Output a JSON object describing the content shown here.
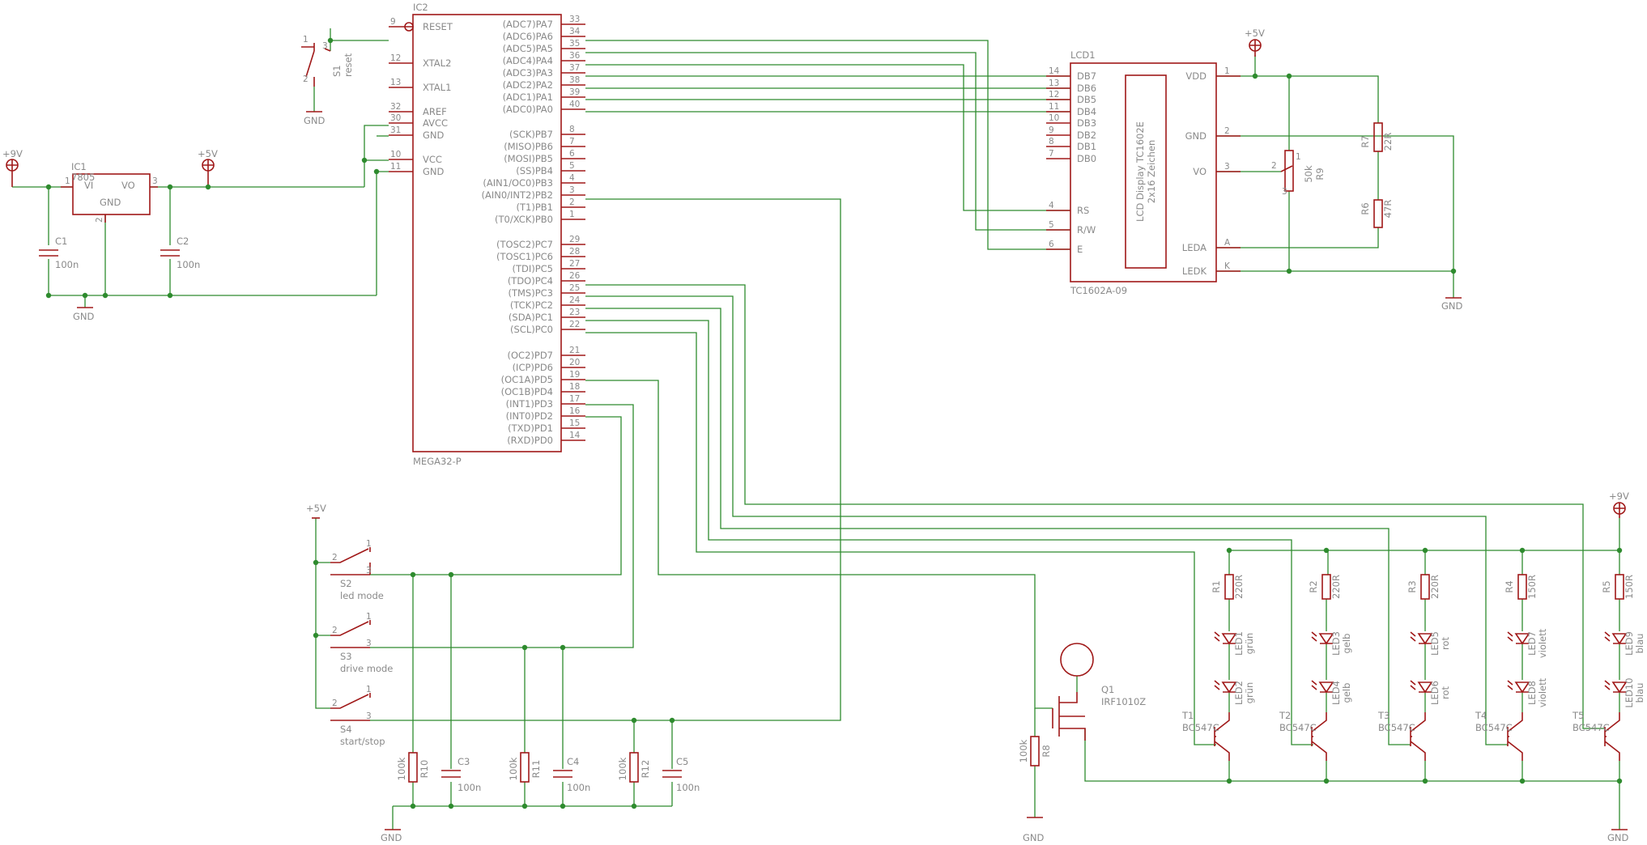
{
  "ic2": {
    "ref": "IC2",
    "value": "MEGA32-P",
    "left_pins": [
      {
        "name": "RESET",
        "num": "9"
      },
      {
        "name": "XTAL2",
        "num": "12"
      },
      {
        "name": "XTAL1",
        "num": "13"
      },
      {
        "name": "AREF",
        "num": "32"
      },
      {
        "name": "AVCC",
        "num": "30"
      },
      {
        "name": "GND",
        "num": "31"
      },
      {
        "name": "VCC",
        "num": "10"
      },
      {
        "name": "GND",
        "num": "11"
      }
    ],
    "right_pins": [
      {
        "name": "(ADC7)PA7",
        "num": "33"
      },
      {
        "name": "(ADC6)PA6",
        "num": "34"
      },
      {
        "name": "(ADC5)PA5",
        "num": "35"
      },
      {
        "name": "(ADC4)PA4",
        "num": "36"
      },
      {
        "name": "(ADC3)PA3",
        "num": "37"
      },
      {
        "name": "(ADC2)PA2",
        "num": "38"
      },
      {
        "name": "(ADC1)PA1",
        "num": "39"
      },
      {
        "name": "(ADC0)PA0",
        "num": "40"
      },
      {
        "name": "(SCK)PB7",
        "num": "8"
      },
      {
        "name": "(MISO)PB6",
        "num": "7"
      },
      {
        "name": "(MOSI)PB5",
        "num": "6"
      },
      {
        "name": "(SS)PB4",
        "num": "5"
      },
      {
        "name": "(AIN1/OC0)PB3",
        "num": "4"
      },
      {
        "name": "(AIN0/INT2)PB2",
        "num": "3"
      },
      {
        "name": "(T1)PB1",
        "num": "2"
      },
      {
        "name": "(T0/XCK)PB0",
        "num": "1"
      },
      {
        "name": "(TOSC2)PC7",
        "num": "29"
      },
      {
        "name": "(TOSC1)PC6",
        "num": "28"
      },
      {
        "name": "(TDI)PC5",
        "num": "27"
      },
      {
        "name": "(TDO)PC4",
        "num": "26"
      },
      {
        "name": "(TMS)PC3",
        "num": "25"
      },
      {
        "name": "(TCK)PC2",
        "num": "24"
      },
      {
        "name": "(SDA)PC1",
        "num": "23"
      },
      {
        "name": "(SCL)PC0",
        "num": "22"
      },
      {
        "name": "(OC2)PD7",
        "num": "21"
      },
      {
        "name": "(ICP)PD6",
        "num": "20"
      },
      {
        "name": "(OC1A)PD5",
        "num": "19"
      },
      {
        "name": "(OC1B)PD4",
        "num": "18"
      },
      {
        "name": "(INT1)PD3",
        "num": "17"
      },
      {
        "name": "(INT0)PD2",
        "num": "16"
      },
      {
        "name": "(TXD)PD1",
        "num": "15"
      },
      {
        "name": "(RXD)PD0",
        "num": "14"
      }
    ]
  },
  "lcd": {
    "ref": "LCD1",
    "value": "TC1602A-09",
    "display_text1": "LCD Display TC1602E",
    "display_text2": "2x16 Zeichen",
    "left_pins": [
      {
        "name": "DB7",
        "num": "14"
      },
      {
        "name": "DB6",
        "num": "13"
      },
      {
        "name": "DB5",
        "num": "12"
      },
      {
        "name": "DB4",
        "num": "11"
      },
      {
        "name": "DB3",
        "num": "10"
      },
      {
        "name": "DB2",
        "num": "9"
      },
      {
        "name": "DB1",
        "num": "8"
      },
      {
        "name": "DB0",
        "num": "7"
      },
      {
        "name": "RS",
        "num": "4"
      },
      {
        "name": "R/W",
        "num": "5"
      },
      {
        "name": "E",
        "num": "6"
      }
    ],
    "right_pins": [
      {
        "name": "VDD",
        "num": "1"
      },
      {
        "name": "GND",
        "num": "2"
      },
      {
        "name": "VO",
        "num": "3"
      },
      {
        "name": "LEDA",
        "num": "A"
      },
      {
        "name": "LEDK",
        "num": "K"
      }
    ]
  },
  "ic1": {
    "ref": "IC1",
    "value": "7805",
    "vi": "VI",
    "vo": "VO",
    "gnd": "GND",
    "pin1": "1",
    "pin2": "2",
    "pin3": "3"
  },
  "supplies": {
    "p9v": "+9V",
    "p5v": "+5V",
    "gnd": "GND"
  },
  "caps": [
    {
      "ref": "C1",
      "value": "100n"
    },
    {
      "ref": "C2",
      "value": "100n"
    },
    {
      "ref": "C3",
      "value": "100n"
    },
    {
      "ref": "C4",
      "value": "100n"
    },
    {
      "ref": "C5",
      "value": "100n"
    }
  ],
  "switches": [
    {
      "ref": "S1",
      "label": "reset"
    },
    {
      "ref": "S2",
      "label": "led mode"
    },
    {
      "ref": "S3",
      "label": "drive mode"
    },
    {
      "ref": "S4",
      "label": "start/stop"
    }
  ],
  "resistors": {
    "r10": {
      "ref": "R10",
      "value": "100k"
    },
    "r11": {
      "ref": "R11",
      "value": "100k"
    },
    "r12": {
      "ref": "R12",
      "value": "100k"
    },
    "r8": {
      "ref": "R8",
      "value": "100k"
    },
    "r7": {
      "ref": "R7",
      "value": "22R"
    },
    "r6": {
      "ref": "R6",
      "value": "47R"
    },
    "r9": {
      "ref": "R9",
      "value": "50k"
    }
  },
  "mosfet": {
    "ref": "Q1",
    "value": "IRF1010Z"
  },
  "led_channels": [
    {
      "r_ref": "R1",
      "r_val": "220R",
      "led_a_ref": "LED1",
      "led_a_col": "grün",
      "led_b_ref": "LED2",
      "led_b_col": "grün",
      "t_ref": "T1",
      "t_val": "BC547C"
    },
    {
      "r_ref": "R2",
      "r_val": "220R",
      "led_a_ref": "LED3",
      "led_a_col": "gelb",
      "led_b_ref": "LED4",
      "led_b_col": "gelb",
      "t_ref": "T2",
      "t_val": "BC547C"
    },
    {
      "r_ref": "R3",
      "r_val": "220R",
      "led_a_ref": "LED5",
      "led_a_col": "rot",
      "led_b_ref": "LED6",
      "led_b_col": "rot",
      "t_ref": "T3",
      "t_val": "BC547C"
    },
    {
      "r_ref": "R4",
      "r_val": "150R",
      "led_a_ref": "LED7",
      "led_a_col": "violett",
      "led_b_ref": "LED8",
      "led_b_col": "violett",
      "t_ref": "T4",
      "t_val": "BC547C"
    },
    {
      "r_ref": "R5",
      "r_val": "150R",
      "led_a_ref": "LED9",
      "led_a_col": "blau",
      "led_b_ref": "LED10",
      "led_b_col": "blau",
      "t_ref": "T5",
      "t_val": "BC547C"
    }
  ],
  "colors": {
    "wire": "#2e8b2e",
    "part": "#a01818",
    "text": "#8a8a8a"
  }
}
